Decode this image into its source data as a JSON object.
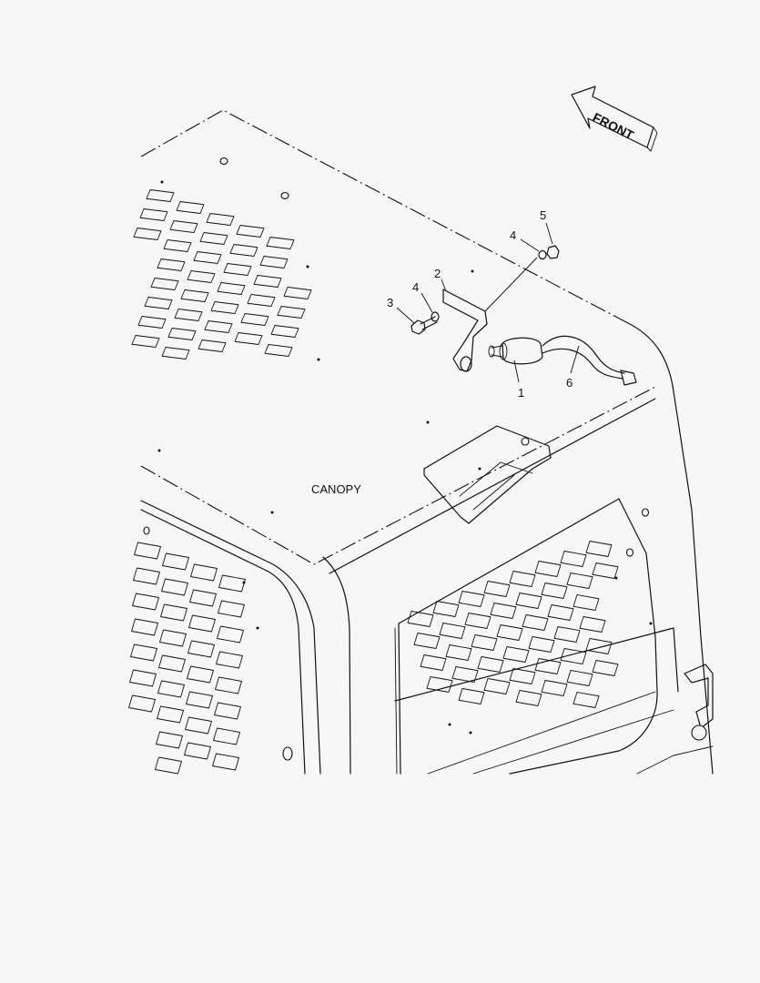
{
  "diagram": {
    "front_arrow_label": "FRONT",
    "component_label": "CANOPY",
    "callouts": [
      {
        "id": "1",
        "text": "1"
      },
      {
        "id": "2",
        "text": "2"
      },
      {
        "id": "3",
        "text": "3"
      },
      {
        "id": "4a",
        "text": "4"
      },
      {
        "id": "4b",
        "text": "4"
      },
      {
        "id": "5",
        "text": "5"
      },
      {
        "id": "6",
        "text": "6"
      }
    ]
  }
}
